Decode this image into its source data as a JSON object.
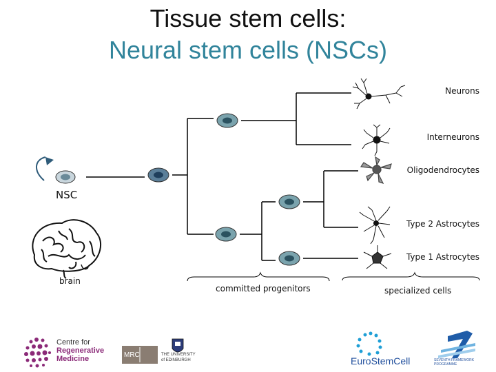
{
  "title": {
    "line1": "Tissue stem cells:",
    "line2": "Neural stem cells (NSCs)"
  },
  "labels": {
    "nsc": "NSC",
    "brain": "brain",
    "committed": "committed progenitors",
    "specialized": "specialized cells"
  },
  "cell_types": [
    "Neurons",
    "Interneurons",
    "Oligodendrocytes",
    "Type 2 Astrocytes",
    "Type 1 Astrocytes"
  ],
  "logos": {
    "crm": [
      "Centre for",
      "Regenerative",
      "Medicine"
    ],
    "mrc": "MRC",
    "edinburgh": [
      "THE UNIVERSITY",
      "of EDINBURGH"
    ],
    "eurostemcell": "EuroStemCell",
    "fp7": [
      "SEVENTH FRAMEWORK",
      "PROGRAMME"
    ]
  },
  "colors": {
    "title_accent": "#31849b",
    "progenitor": "#2f5c7a",
    "progenitor_light": "#6a9aaa",
    "crm_purple": "#8b2a78",
    "eurostemcell_blue": "#1f4e9c"
  }
}
